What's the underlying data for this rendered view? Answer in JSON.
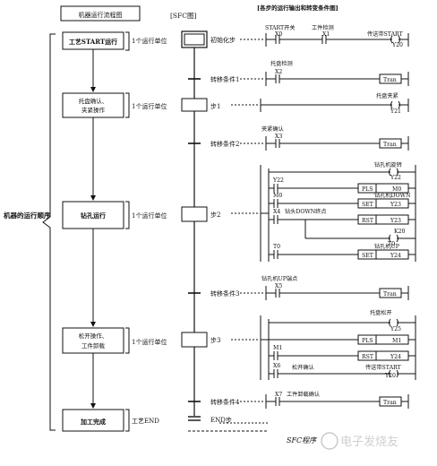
{
  "header": {
    "flow_title": "机器运行流程图",
    "sfc_title": "[SFC图]",
    "ladder_title": "[各步的运行输出和转变条件图]"
  },
  "flow": {
    "side_label": "机器的运行顺序",
    "boxes": [
      "工艺START运行",
      "托盘确认、\n夹紧操作",
      "钻孔运行",
      "松开操作、\n工件卸载",
      "加工完成"
    ],
    "units": [
      "1个运行单位",
      "1个运行单位",
      "1个运行单位",
      "1个运行单位",
      "工艺END"
    ]
  },
  "sfc": {
    "step_labels": [
      "初始化步",
      "步1",
      "步2",
      "步3",
      "END步"
    ],
    "transition_labels": [
      "转移条件1",
      "转移条件2",
      "转移条件3",
      "转移条件4"
    ],
    "bottom_label": "SFC程序"
  },
  "ladder": {
    "initial": {
      "top_a": "START开关",
      "top_b": "工件检测",
      "c1": "X0",
      "c2": "X1",
      "coil_note": "传送带START",
      "coil": "Y20"
    },
    "tr1": {
      "note": "托盘检测",
      "contact": "X2",
      "out": "Tran"
    },
    "step1": {
      "note": "托盘夹紧",
      "coil": "Y21"
    },
    "tr2": {
      "note": "夹紧确认",
      "contact": "X3",
      "out": "Tran"
    },
    "step2": {
      "note1": "钻孔机旋转",
      "coil1": "Y22",
      "c1": "Y22",
      "ins1": "PLS",
      "arg1": "M0",
      "c2": "M0",
      "note2": "钻孔机DOWN",
      "ins2": "SET",
      "arg2": "Y23",
      "c3": "X4",
      "note3": "钻头DOWN终点",
      "ins3": "RST",
      "arg3": "Y23",
      "timer_k": "K20",
      "timer": "T0",
      "c4": "T0",
      "note4": "钻孔机UP",
      "ins4": "SET",
      "arg4": "Y24"
    },
    "tr3": {
      "note": "钻孔机UP端点",
      "contact": "X5",
      "out": "Tran"
    },
    "step3": {
      "note1": "托盘松开",
      "coil1": "Y25",
      "ins1": "PLS",
      "arg1": "M1",
      "c2": "M1",
      "ins2": "RST",
      "arg2": "Y24",
      "c3": "X6",
      "note3a": "松开确认",
      "note3b": "传送带START",
      "coil3": "Y20"
    },
    "tr4": {
      "note": "工件卸载确认",
      "contact": "X7",
      "out": "Tran"
    }
  },
  "watermark": "电子发烧友"
}
